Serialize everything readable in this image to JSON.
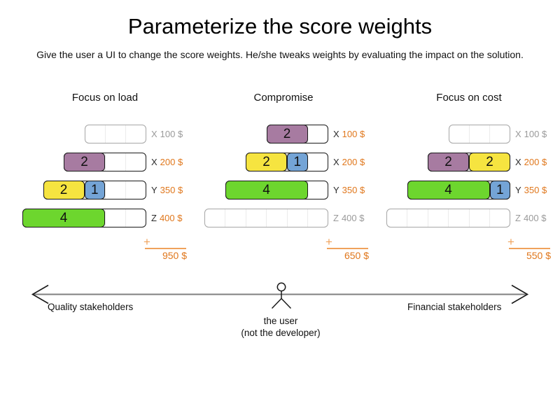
{
  "title": "Parameterize the score weights",
  "subtitle": "Give the user a UI to change the score weights. He/she tweaks weights by evaluating the impact on the solution.",
  "symbols": {
    "plus": "+"
  },
  "colors": {
    "orange": "#e0771c",
    "orange_light": "#f0a25c",
    "gray_text": "#9a9a9a",
    "gray_border": "#a6a6a6",
    "dark": "#1a1a1a",
    "gridline": "#ebebeb",
    "axis_line": "#7f7f7f",
    "blocks": {
      "purple": "#a77ba1",
      "yellow": "#f6e440",
      "blue": "#74a4d6",
      "green": "#6dd62e"
    }
  },
  "scenarios": [
    {
      "name": "Focus on load",
      "total": "950 $",
      "rows": [
        {
          "axis": "X",
          "price": "100 $",
          "active": false,
          "capacity": 3,
          "blocks": []
        },
        {
          "axis": "X",
          "price": "200 $",
          "active": true,
          "capacity": 4,
          "blocks": [
            {
              "value": "2",
              "size": 2,
              "color": "purple"
            }
          ]
        },
        {
          "axis": "Y",
          "price": "350 $",
          "active": true,
          "capacity": 5,
          "blocks": [
            {
              "value": "2",
              "size": 2,
              "color": "yellow"
            },
            {
              "value": "1",
              "size": 1,
              "color": "blue"
            }
          ]
        },
        {
          "axis": "Z",
          "price": "400 $",
          "active": true,
          "capacity": 6,
          "blocks": [
            {
              "value": "4",
              "size": 4,
              "color": "green"
            }
          ]
        }
      ]
    },
    {
      "name": "Compromise",
      "total": "650 $",
      "rows": [
        {
          "axis": "X",
          "price": "100 $",
          "active": true,
          "capacity": 3,
          "blocks": [
            {
              "value": "2",
              "size": 2,
              "color": "purple"
            }
          ]
        },
        {
          "axis": "X",
          "price": "200 $",
          "active": true,
          "capacity": 4,
          "blocks": [
            {
              "value": "2",
              "size": 2,
              "color": "yellow"
            },
            {
              "value": "1",
              "size": 1,
              "color": "blue"
            }
          ]
        },
        {
          "axis": "Y",
          "price": "350 $",
          "active": true,
          "capacity": 5,
          "blocks": [
            {
              "value": "4",
              "size": 4,
              "color": "green"
            }
          ]
        },
        {
          "axis": "Z",
          "price": "400 $",
          "active": false,
          "capacity": 6,
          "blocks": []
        }
      ]
    },
    {
      "name": "Focus on cost",
      "total": "550 $",
      "rows": [
        {
          "axis": "X",
          "price": "100 $",
          "active": false,
          "capacity": 3,
          "blocks": []
        },
        {
          "axis": "X",
          "price": "200 $",
          "active": true,
          "capacity": 4,
          "blocks": [
            {
              "value": "2",
              "size": 2,
              "color": "purple"
            },
            {
              "value": "2",
              "size": 2,
              "color": "yellow"
            }
          ]
        },
        {
          "axis": "Y",
          "price": "350 $",
          "active": true,
          "capacity": 5,
          "blocks": [
            {
              "value": "4",
              "size": 4,
              "color": "green"
            },
            {
              "value": "1",
              "size": 1,
              "color": "blue"
            }
          ]
        },
        {
          "axis": "Z",
          "price": "400 $",
          "active": false,
          "capacity": 6,
          "blocks": []
        }
      ]
    }
  ],
  "stakeholder_axis": {
    "left_label": "Quality stakeholders",
    "right_label": "Financial stakeholders",
    "center_label_line1": "the user",
    "center_label_line2": "(not the developer)"
  }
}
